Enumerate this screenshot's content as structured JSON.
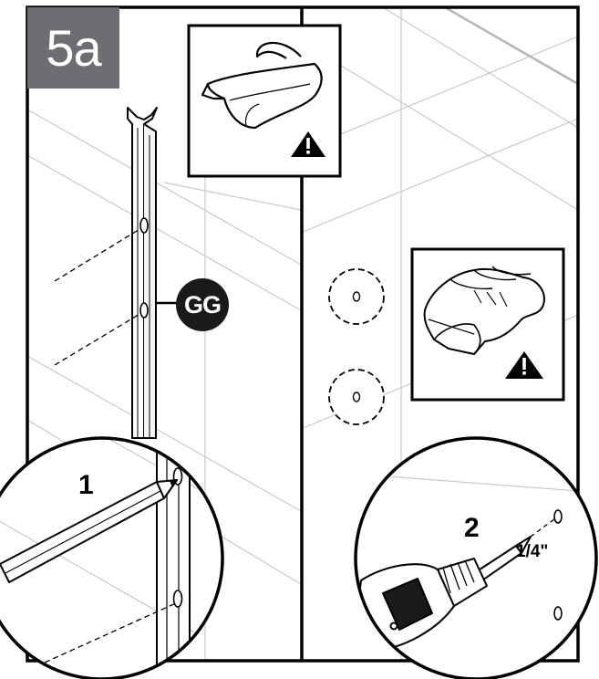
{
  "step_label": "5a",
  "part_label": "GG",
  "callouts": {
    "step1": "1",
    "step2": "2",
    "drill_size": "1/4\""
  },
  "icons": [
    "safety-glasses-icon",
    "work-gloves-icon",
    "warning-icon",
    "pencil-icon",
    "drill-icon",
    "track-rail-icon"
  ],
  "colors": {
    "line": "#000000",
    "badge_gray": "#6d6e71",
    "part_badge": "#1a1a1a",
    "wall_line": "#c8c8c8"
  }
}
